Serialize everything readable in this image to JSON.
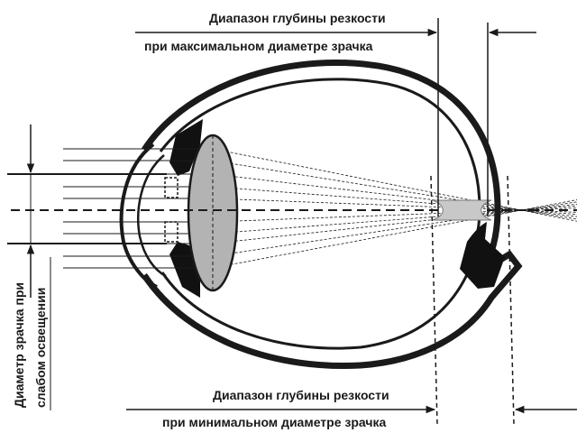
{
  "labels": {
    "top_line1": "Диапазон глубины резкости",
    "top_line2": "при максимальном диаметре зрачка",
    "bottom_line1": "Диапазон глубины резкости",
    "bottom_line2": "при минимальном диаметре зрачка",
    "side_line1": "Диаметр зрачка при",
    "side_line2": "слабом освещении"
  },
  "colors": {
    "ink": "#1a1a1a",
    "lens_fill": "#b3b3b3",
    "retina": "#111111",
    "focus_zone": "#c8c8c8"
  }
}
